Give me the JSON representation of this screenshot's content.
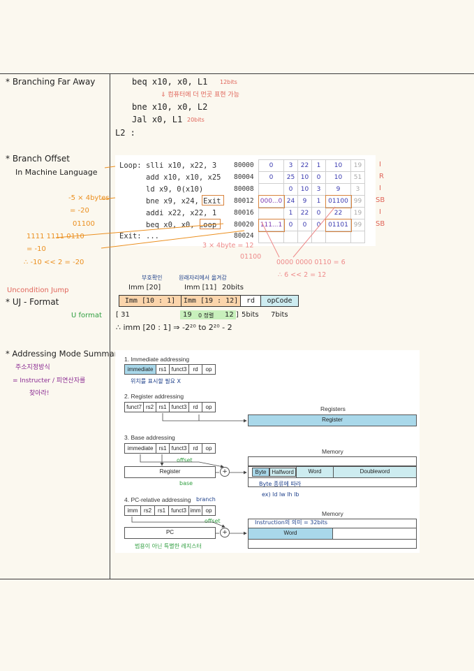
{
  "notes": {
    "branching": {
      "heading": "* Branching Far Away",
      "lines": [
        "beq  x10, x0, L1",
        "bne  x10, x0, L2",
        "Jal   x0,  L1",
        "L2 :"
      ],
      "beq_note": "12bits",
      "arrow_note": "⇓ 컴퓨터에 더 먼곳 표현 가능",
      "jal_note": "20bits"
    },
    "offset": {
      "heading": "* Branch Offset",
      "subheading": "In Machine Language",
      "left_notes": [
        "-5 × 4bytes",
        "= -20",
        "01100",
        "1111 1111 0110",
        "= -10",
        "∴ -10 << 2 = -20"
      ],
      "code": [
        {
          "label": "Loop:",
          "instr": "slli x10, x22, 3",
          "addr": "80000",
          "type": "I"
        },
        {
          "label": "",
          "instr": "add  x10, x10, x25",
          "addr": "80004",
          "type": "R"
        },
        {
          "label": "",
          "instr": "ld   x9, 0(x10)",
          "addr": "80008",
          "type": "I"
        },
        {
          "label": "",
          "instr": "bne  x9, x24, Exit",
          "addr": "80012",
          "type": "SB"
        },
        {
          "label": "",
          "instr": "addi x22, x22, 1",
          "addr": "80016",
          "type": "I"
        },
        {
          "label": "",
          "instr": "beq  x0, x0, Loop",
          "addr": "80020",
          "type": "SB"
        },
        {
          "label": "Exit:",
          "instr": "...",
          "addr": "80024",
          "type": ""
        }
      ],
      "fields": [
        [
          "0",
          "3",
          "22",
          "1",
          "10",
          "19"
        ],
        [
          "0",
          "25",
          "10",
          "0",
          "10",
          "51"
        ],
        [
          "",
          "0",
          "10",
          "3",
          "9",
          "3"
        ],
        [
          "000...0",
          "24",
          "9",
          "1",
          "01100",
          "99"
        ],
        [
          "",
          "1",
          "22",
          "0",
          "22",
          "19"
        ],
        [
          "111...1",
          "0",
          "0",
          "0",
          "01101",
          "99"
        ],
        [
          "",
          "",
          "",
          "",
          "",
          ""
        ]
      ],
      "under_notes": [
        "3 × 4byte = 12",
        "01100",
        "0000 0000 0110 = 6",
        "∴ 6 << 2 = 12"
      ]
    },
    "uj": {
      "top_label": "Uncondition Jump",
      "heading": "* UJ - Format",
      "side_label": "U format",
      "sign_note": "부호확인",
      "orig_note": "원래자리에서 옮겨감",
      "imm10": "Imm [20]",
      "imm11": "Imm [11]",
      "bits20": "20bits",
      "cells": [
        "Imm [10 : 1]",
        "Imm [19 : 12]",
        "rd",
        "opCode"
      ],
      "row2": [
        "[ 31",
        "19",
        "0 정렬",
        "12 ]",
        "5bits",
        "7bits"
      ],
      "range": "∴ imm [20 : 1]  ⇒  -2²⁰  to  2²⁰ - 2"
    },
    "addressing": {
      "heading": "* Addressing Mode Summary",
      "sub1": "주소지정방식",
      "sub2": "= Instructer / 피연산자를",
      "sub3": "찾아라!",
      "modes": [
        {
          "title": "1.  Immediate addressing",
          "fields": [
            "immediate",
            "rs1",
            "funct3",
            "rd",
            "op"
          ],
          "note": "위치를 표시할 필요 X"
        },
        {
          "title": "2.  Register addressing",
          "fields": [
            "funct7",
            "rs2",
            "rs1",
            "funct3",
            "rd",
            "op"
          ],
          "target_title": "Registers",
          "target": "Register"
        },
        {
          "title": "3.  Base addressing",
          "fields": [
            "immediate",
            "rs1",
            "funct3",
            "rd",
            "op"
          ],
          "reg": "Register",
          "offset_note": "offset",
          "base_note": "base",
          "mem_title": "Memory",
          "mem": [
            "Byte",
            "Halfword",
            "Word",
            "Doubleword"
          ],
          "note1": "Byte 종류에 따라",
          "note2": "ex) ld  lw  lh  lb"
        },
        {
          "title": "4.  PC-relative addressing",
          "title_note": "branch",
          "fields": [
            "imm",
            "rs2",
            "rs1",
            "funct3",
            "imm",
            "op"
          ],
          "reg": "PC",
          "offset_note": "offset",
          "mem_title": "Memory",
          "mem": [
            "Word"
          ],
          "note1": "Instruction의 의미 = 32bits",
          "note2": "범용이 아닌 특별한 레지스터"
        }
      ]
    }
  },
  "colors": {
    "rule": "#3a3a3a",
    "red": "#e0655a",
    "orange": "#eb8f1f",
    "green": "#2f9e3f",
    "purple": "#8a2a92",
    "navy": "#1d3f8a",
    "peach": "#fbd5ac",
    "mint": "#c8f0bc",
    "ice": "#cdecf0",
    "blue": "#a9d8ea"
  }
}
